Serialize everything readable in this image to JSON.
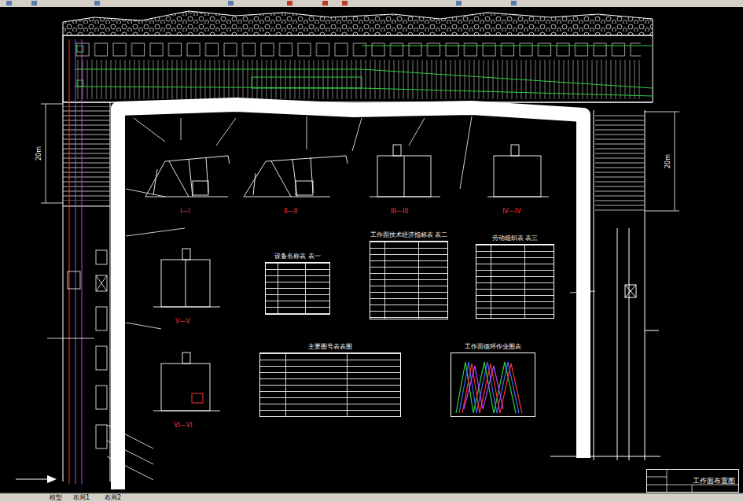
{
  "diagram": {
    "nodes": [
      {
        "text": [
          "设备名称表 表一"
        ]
      },
      {
        "text": [
          "工作面技术经济指标表 表二"
        ]
      },
      {
        "text": [
          "劳动组织表 表三"
        ]
      },
      {
        "text": [
          "主要图号表表图"
        ]
      },
      {
        "text": [
          "工作面循环作业图表"
        ]
      },
      {
        "text": [
          "工作面布置图"
        ]
      }
    ],
    "labels": [
      "20m",
      "20m",
      "I—I",
      "II—II",
      "III—III",
      "IV—IV",
      "V—V",
      "VI—VI",
      "模型",
      "布局1",
      "布局2"
    ]
  }
}
